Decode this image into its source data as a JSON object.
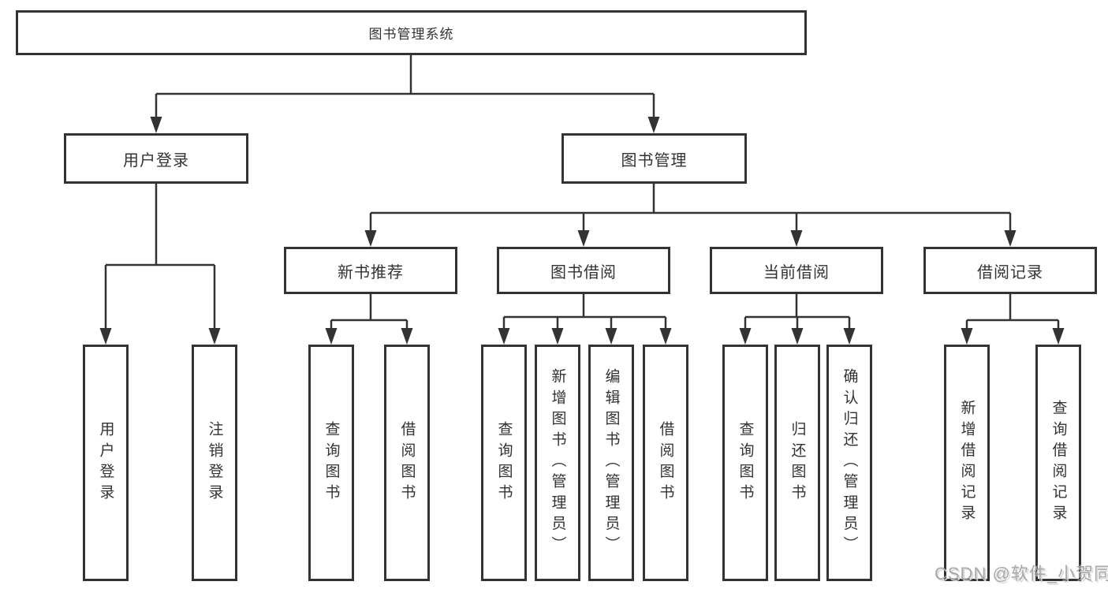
{
  "colors": {
    "line": "#333333",
    "text": "#333333",
    "background": "#ffffff",
    "watermark": "#a0a0a0"
  },
  "tree": {
    "root": {
      "label": "图书管理系统",
      "children": [
        {
          "label": "用户登录",
          "children": [
            {
              "label": "用户登录"
            },
            {
              "label": "注销登录"
            }
          ]
        },
        {
          "label": "图书管理",
          "children": [
            {
              "label": "新书推荐",
              "children": [
                {
                  "label": "查询图书"
                },
                {
                  "label": "借阅图书"
                }
              ]
            },
            {
              "label": "图书借阅",
              "children": [
                {
                  "label": "查询图书"
                },
                {
                  "label": "新增图书（管理员）"
                },
                {
                  "label": "编辑图书（管理员）"
                },
                {
                  "label": "借阅图书"
                }
              ]
            },
            {
              "label": "当前借阅",
              "children": [
                {
                  "label": "查询图书"
                },
                {
                  "label": "归还图书"
                },
                {
                  "label": "确认归还（管理员）"
                }
              ]
            },
            {
              "label": "借阅记录",
              "children": [
                {
                  "label": "新增借阅记录"
                },
                {
                  "label": "查询借阅记录"
                }
              ]
            }
          ]
        }
      ]
    }
  },
  "watermark": {
    "text": "CSDN @软件_小贺同学"
  }
}
